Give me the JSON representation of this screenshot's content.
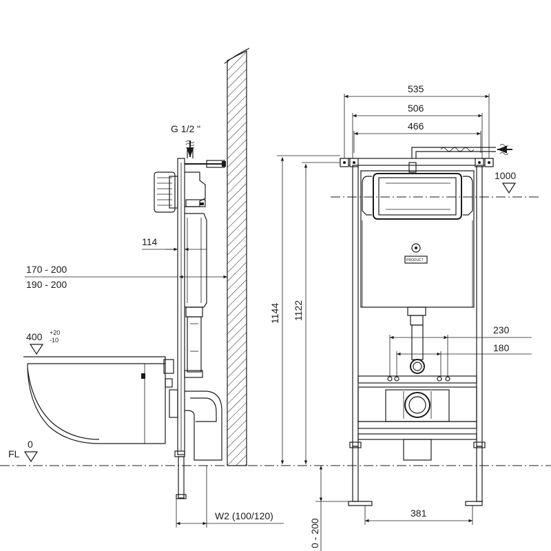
{
  "side_view": {
    "water_inlet_label": "G 1/2 \"",
    "frame_depth_label": "114",
    "wall_gap_label_1": "170 - 200",
    "wall_gap_label_2": "190 - 200",
    "bowl_height_label": "400",
    "bowl_tolerance_plus": "+20",
    "bowl_tolerance_minus": "-10",
    "floor_level_label": "FL",
    "floor_zero_label": "0",
    "wall_depth_label": "W2 (100/120)",
    "leg_adjust_label": "0 - 200"
  },
  "front_view": {
    "width_outer_label": "535",
    "width_mid_label": "506",
    "width_inner_label": "466",
    "inlet_height_label": "1000",
    "frame_height_label": "1144",
    "frame_height_inner_label": "1122",
    "bolt_outer_label": "230",
    "bolt_inner_label": "180",
    "leg_spacing_label": "381",
    "badge_label": "PRODUCT"
  }
}
